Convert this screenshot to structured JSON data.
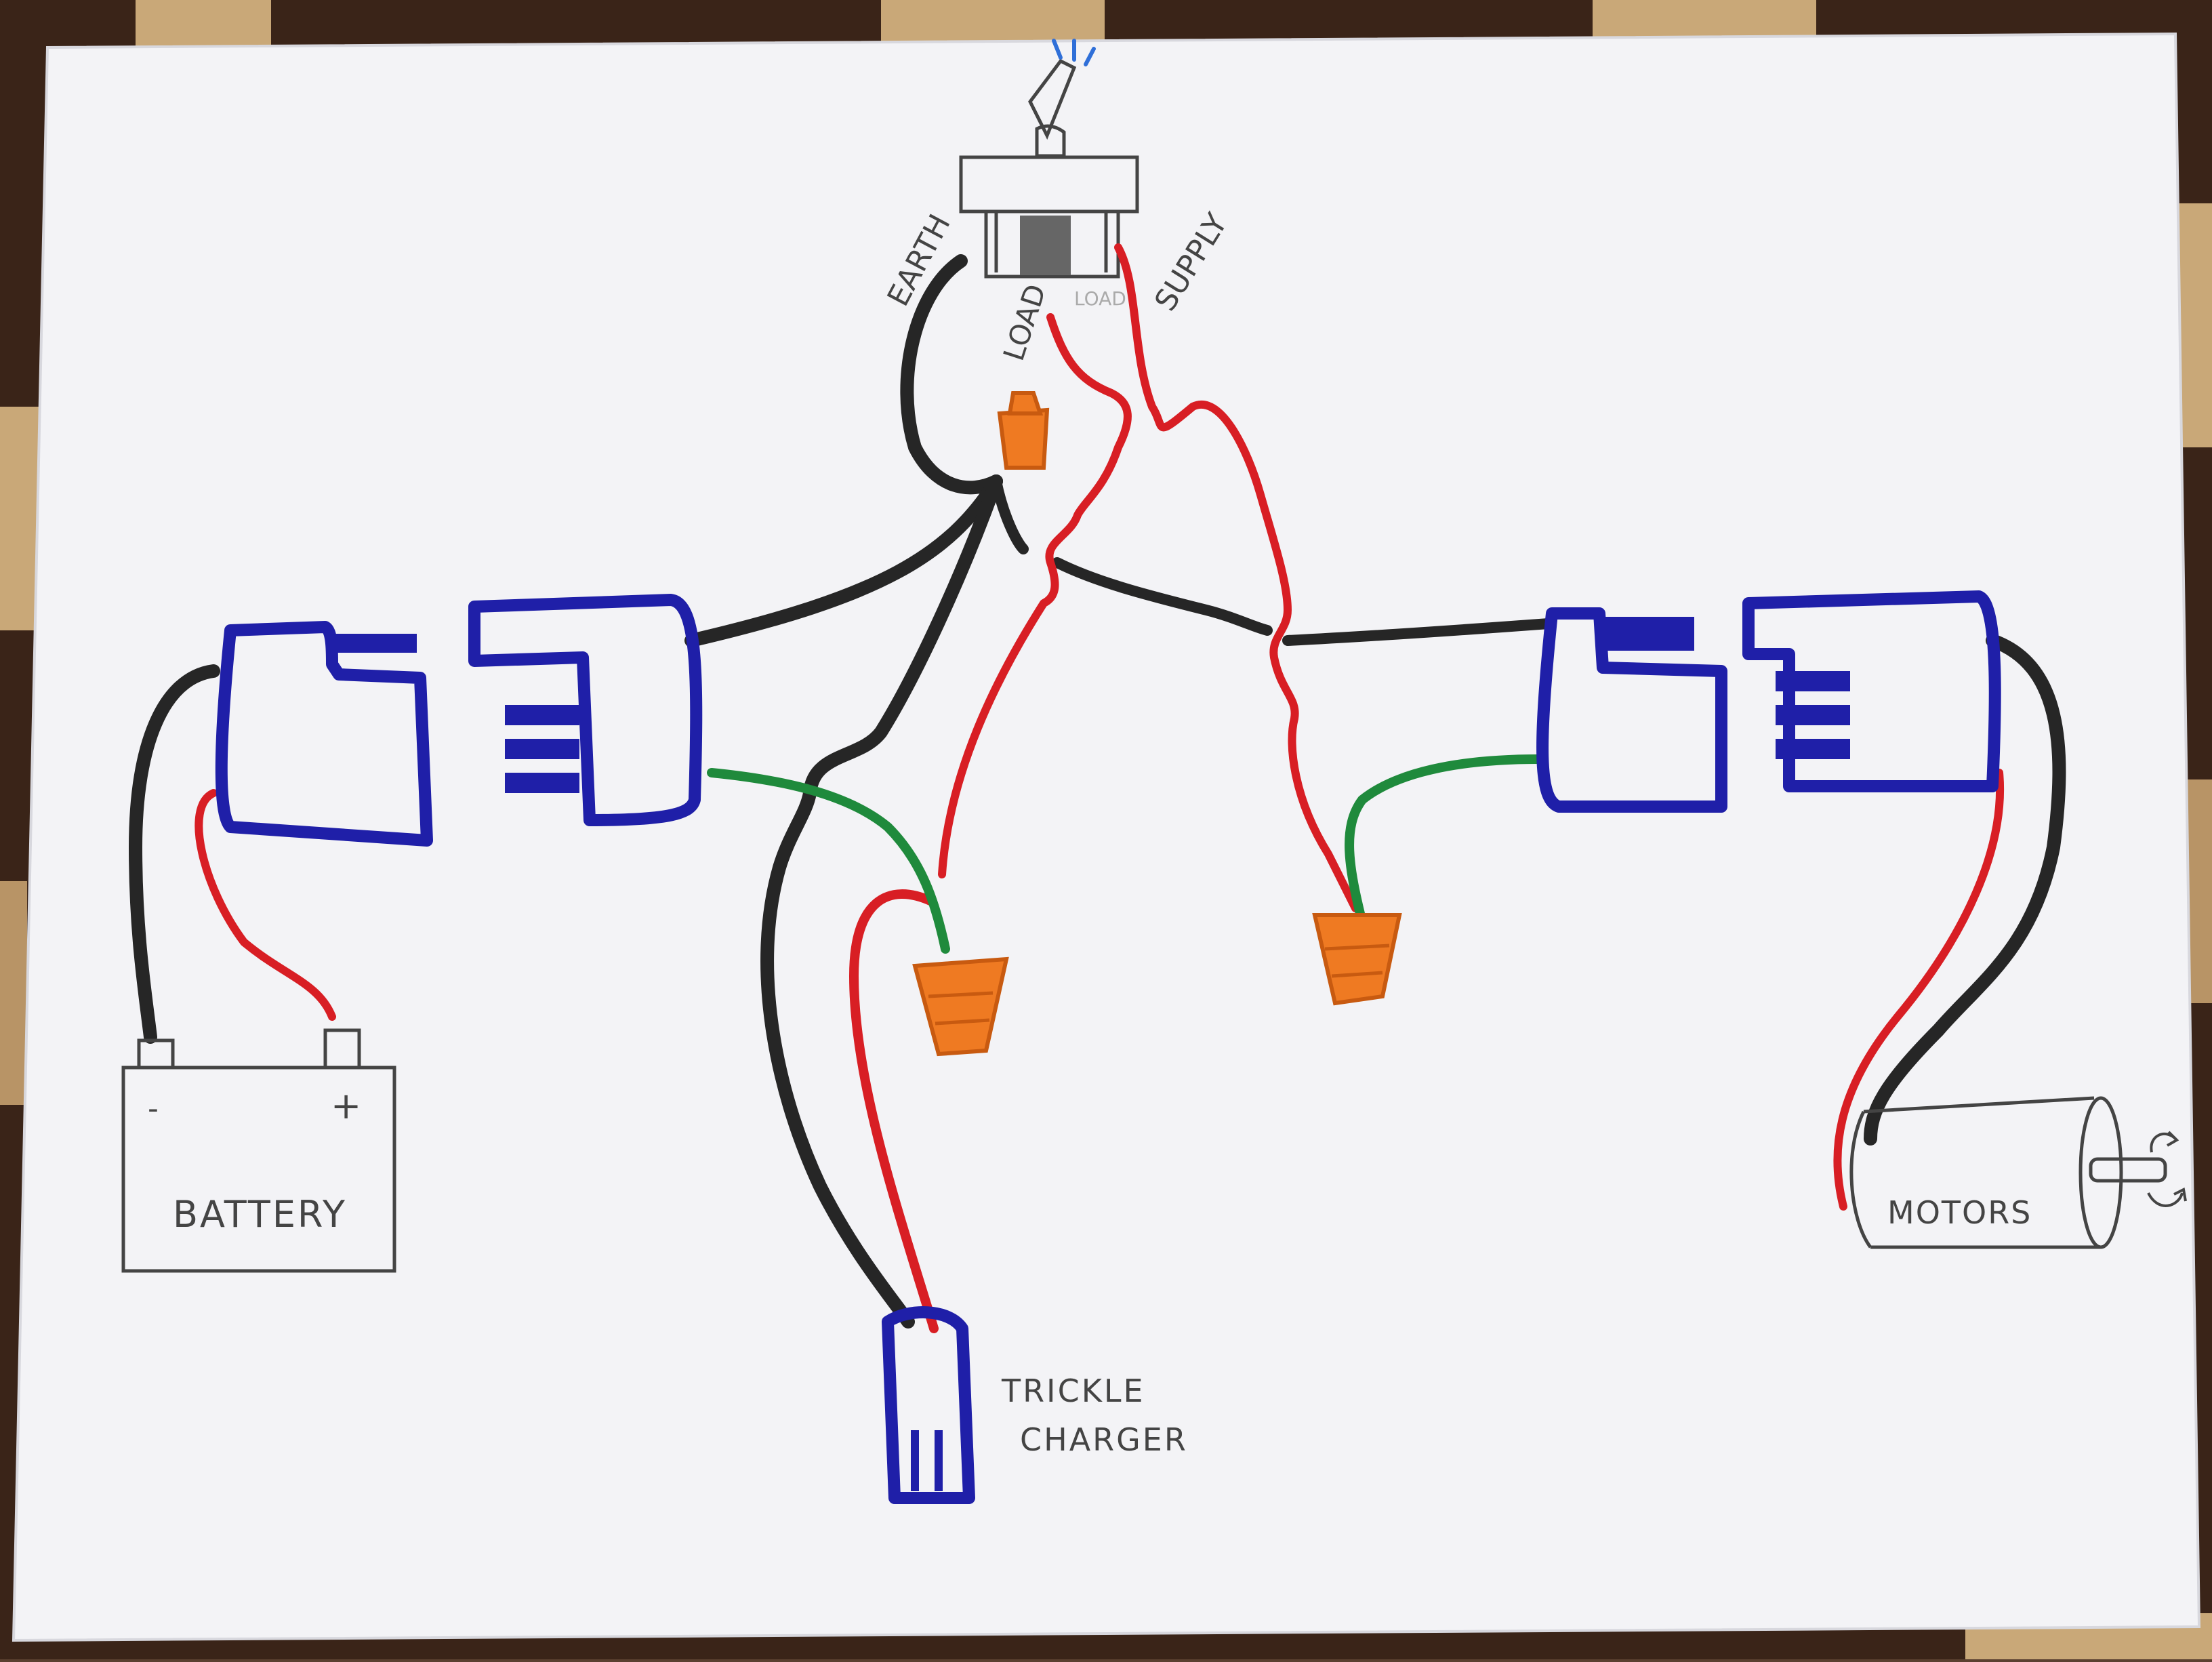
{
  "labels": {
    "earth": "EARTH",
    "load": "LOAD",
    "load_faint": "LOAD",
    "supply": "SUPPLY",
    "battery": "BATTERY",
    "battery_minus": "-",
    "battery_plus": "+",
    "motors": "MOTORS",
    "charger_line1": "TRICKLE",
    "charger_line2": "CHARGER"
  },
  "colors": {
    "paper": "#f3f3f6",
    "table_light": "#c9a878",
    "table_dark": "#3a2418",
    "wire_black": "#262626",
    "wire_red": "#d81e24",
    "wire_green": "#1f8a3c",
    "connector_blue": "#1f1fa8",
    "wire_nut_orange": "#ef7a22",
    "pencil": "#444444",
    "switch_indicator": "#2f6fd8"
  },
  "icons": {
    "switch": "toggle-switch-icon",
    "wire_nut": "wire-nut-icon",
    "connector": "plug-connector-icon",
    "battery": "battery-icon",
    "motor": "motor-icon",
    "rotation": "rotation-arrows-icon"
  }
}
